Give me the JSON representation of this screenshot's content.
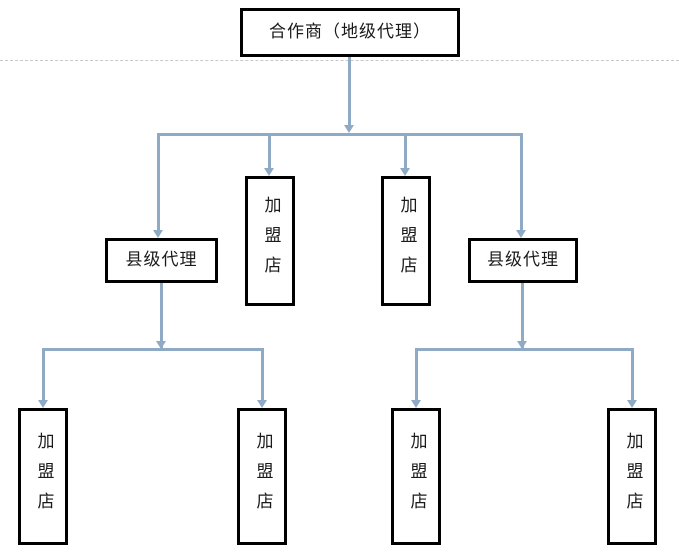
{
  "diagram": {
    "type": "org-chart",
    "title_text": "",
    "connector_color": "#8faac4",
    "box_border_color": "#000000",
    "divider_color": "#c9c9c9",
    "levels": [
      {
        "level": 1,
        "nodes": [
          {
            "id": "partner",
            "label": "合作商（地级代理）",
            "orientation": "horizontal"
          }
        ]
      },
      {
        "level": 2,
        "nodes": [
          {
            "id": "county-left",
            "label": "县级代理",
            "orientation": "horizontal"
          },
          {
            "id": "store-mid-left",
            "label": "加盟店",
            "orientation": "vertical"
          },
          {
            "id": "store-mid-right",
            "label": "加盟店",
            "orientation": "vertical"
          },
          {
            "id": "county-right",
            "label": "县级代理",
            "orientation": "horizontal"
          }
        ]
      },
      {
        "level": 3,
        "nodes": [
          {
            "id": "store-b1",
            "label": "加盟店",
            "orientation": "vertical"
          },
          {
            "id": "store-b2",
            "label": "加盟店",
            "orientation": "vertical"
          },
          {
            "id": "store-b3",
            "label": "加盟店",
            "orientation": "vertical"
          },
          {
            "id": "store-b4",
            "label": "加盟店",
            "orientation": "vertical"
          }
        ]
      }
    ]
  }
}
